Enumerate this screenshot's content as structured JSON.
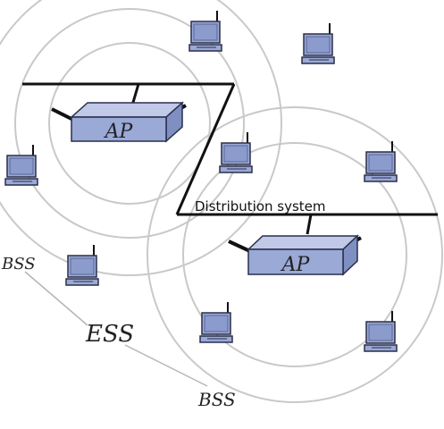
{
  "labels": {
    "distribution": "Distribution system",
    "ap": "AP",
    "bss": "BSS",
    "ess": "ESS"
  },
  "colors": {
    "device_fill": "#9aa9d6",
    "device_stroke": "#2a2f4a",
    "circle": "#c9c9c9",
    "wire": "#111111"
  },
  "icons": {
    "station": "computer-with-antenna",
    "access_point": "access-point-box"
  }
}
